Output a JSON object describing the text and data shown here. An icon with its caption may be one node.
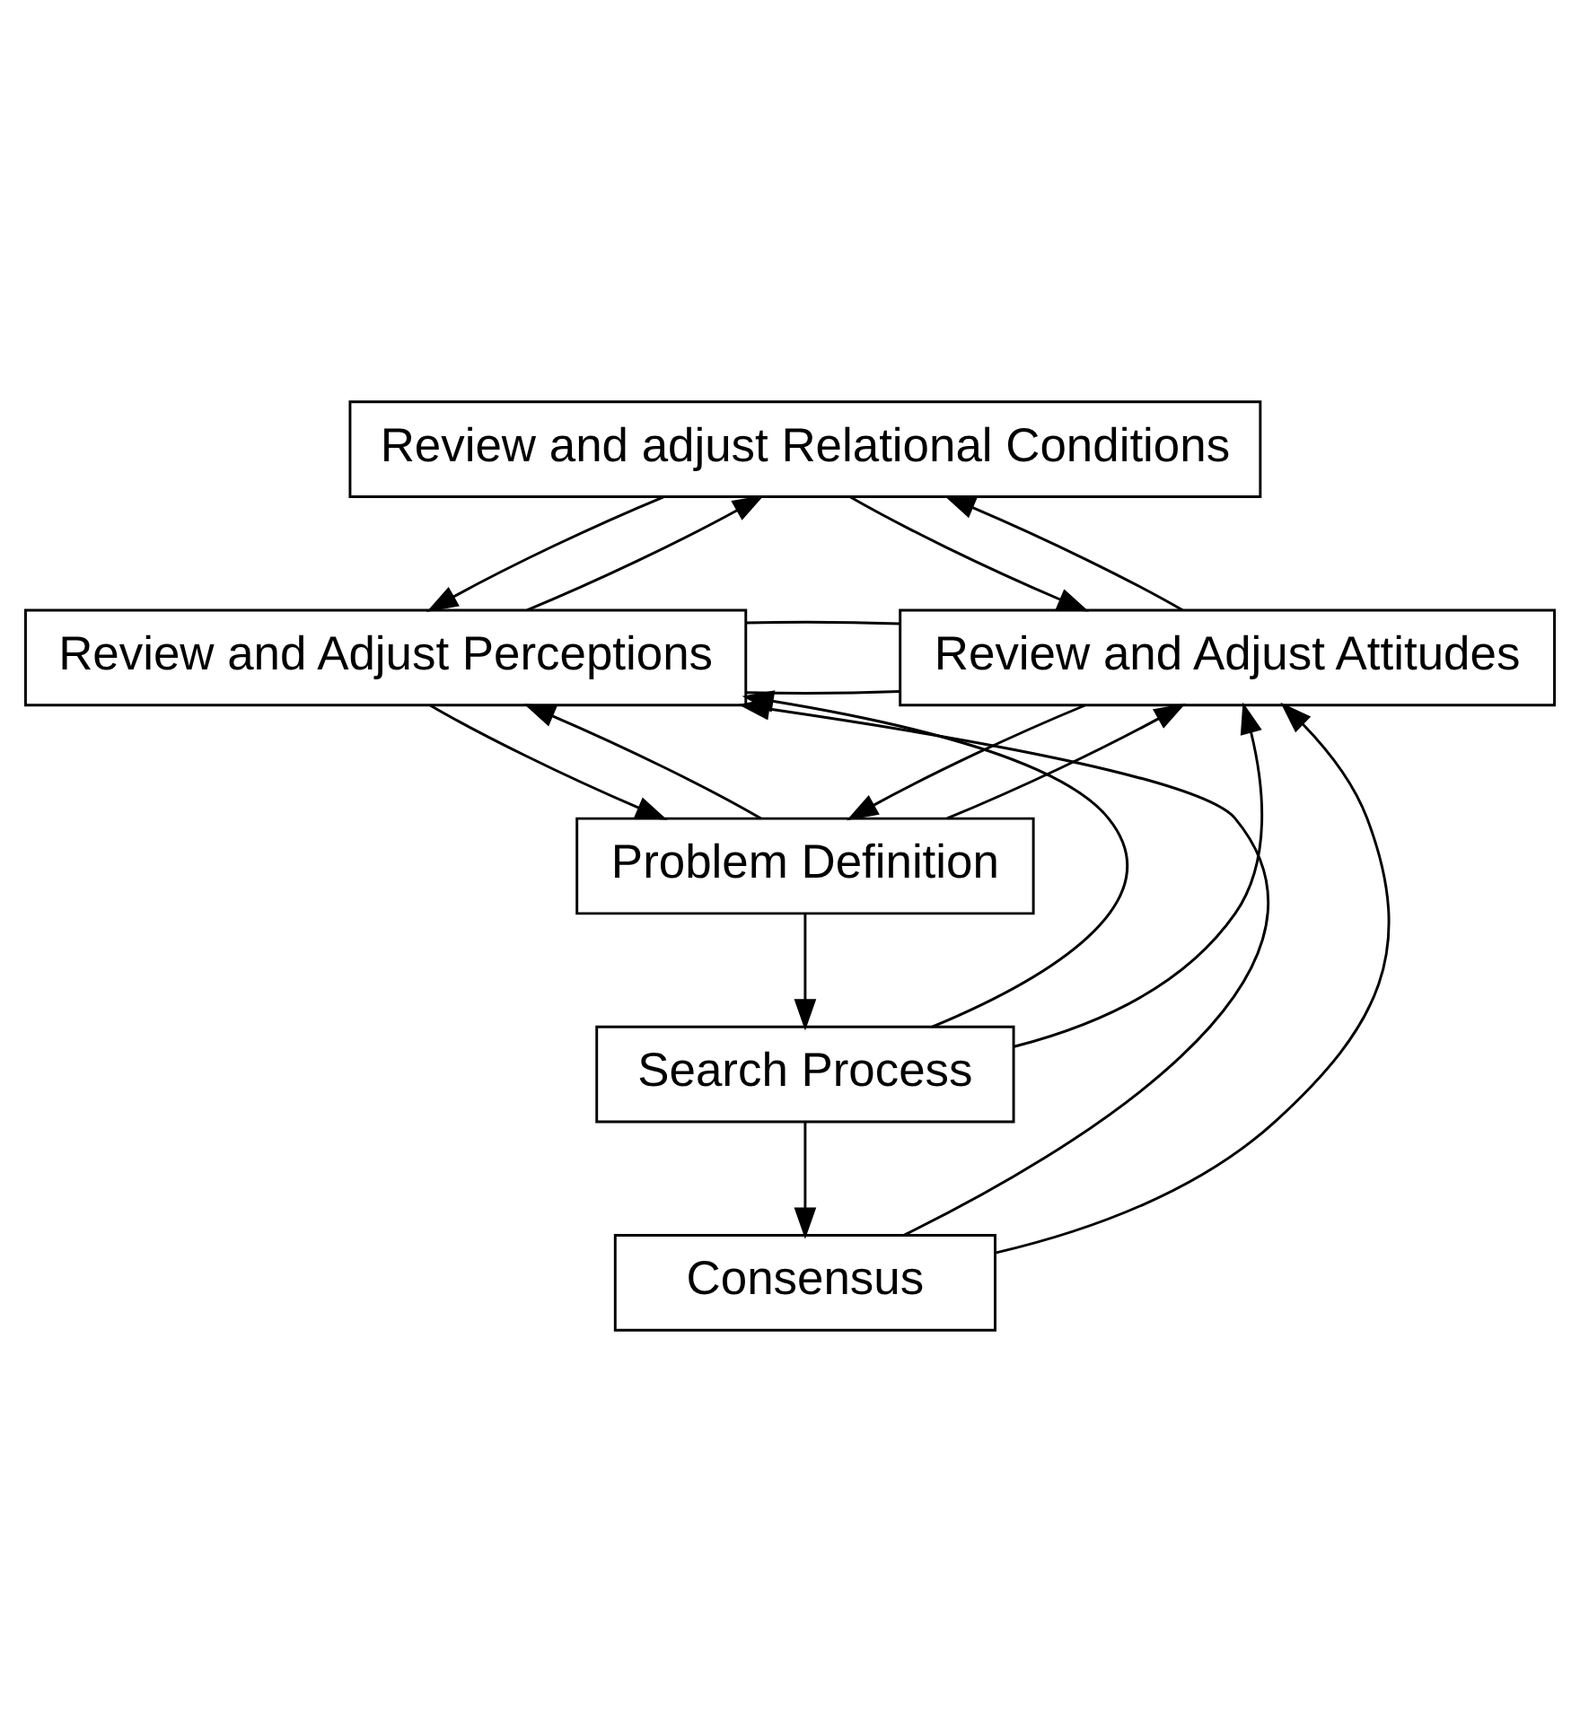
{
  "diagram": {
    "nodes": [
      {
        "text": [
          "Review and adjust Relational Conditions"
        ]
      },
      {
        "text": [
          "Review and Adjust Perceptions"
        ]
      },
      {
        "text": [
          "Review and Adjust Attitudes"
        ]
      },
      {
        "text": [
          "Problem Definition"
        ]
      },
      {
        "text": [
          "Search Process"
        ]
      },
      {
        "text": [
          "Consensus"
        ]
      }
    ],
    "edges": [
      {
        "from": 1,
        "to": 0,
        "arrow": "to"
      },
      {
        "from": 0,
        "to": 1,
        "arrow": "to"
      },
      {
        "from": 0,
        "to": 2,
        "arrow": "to"
      },
      {
        "from": 2,
        "to": 0,
        "arrow": "to"
      },
      {
        "from": 1,
        "to": 2,
        "arrow": "none"
      },
      {
        "from": 1,
        "to": 2,
        "arrow": "none"
      },
      {
        "from": 1,
        "to": 3,
        "arrow": "to"
      },
      {
        "from": 2,
        "to": 3,
        "arrow": "to"
      },
      {
        "from": 3,
        "to": 1,
        "arrow": "to"
      },
      {
        "from": 3,
        "to": 2,
        "arrow": "to"
      },
      {
        "from": 3,
        "to": 4,
        "arrow": "to"
      },
      {
        "from": 4,
        "to": 1,
        "arrow": "to"
      },
      {
        "from": 4,
        "to": 2,
        "arrow": "to"
      },
      {
        "from": 4,
        "to": 5,
        "arrow": "to"
      },
      {
        "from": 5,
        "to": 1,
        "arrow": "to"
      },
      {
        "from": 5,
        "to": 2,
        "arrow": "to"
      }
    ]
  }
}
